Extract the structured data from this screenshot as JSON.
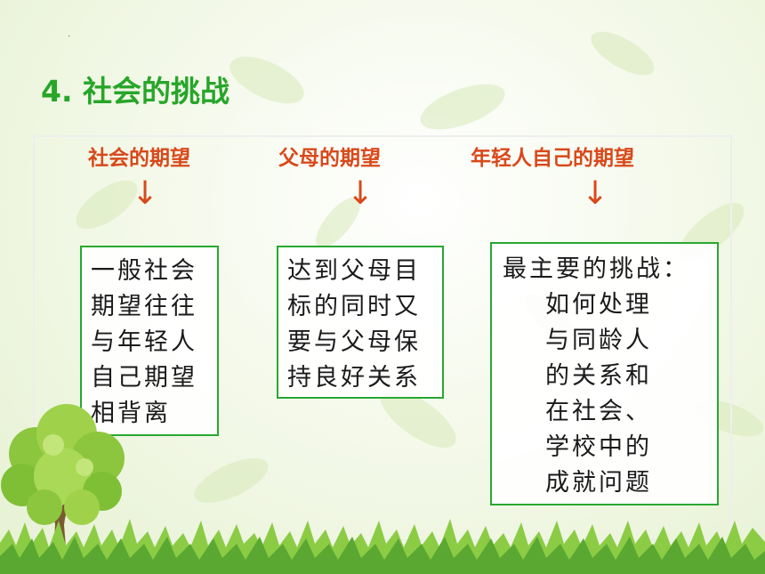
{
  "slide": {
    "dot": ".",
    "title": "4. 社会的挑战"
  },
  "columns": [
    {
      "heading": "社会的期望",
      "arrow": "↓",
      "lines": [
        "一般社会",
        "期望往往",
        "与年轻人",
        "自己期望",
        "相背离"
      ]
    },
    {
      "heading": "父母的期望",
      "arrow": "↓",
      "lines": [
        "达到父母目",
        "标的同时又",
        "要与父母保",
        "持良好关系"
      ]
    },
    {
      "heading": "年轻人自己的期望",
      "arrow": "↓",
      "lines": [
        "最主要的挑战：",
        "如何处理",
        "与同龄人",
        "的关系和",
        "在社会、",
        "学校中的",
        "成就问题"
      ]
    }
  ],
  "colors": {
    "title": "#27a62a",
    "heading": "#d8491b",
    "box_border": "#28a832"
  },
  "decor": {
    "tree_icon": "tree-icon",
    "grass_icon": "grass-icon"
  }
}
